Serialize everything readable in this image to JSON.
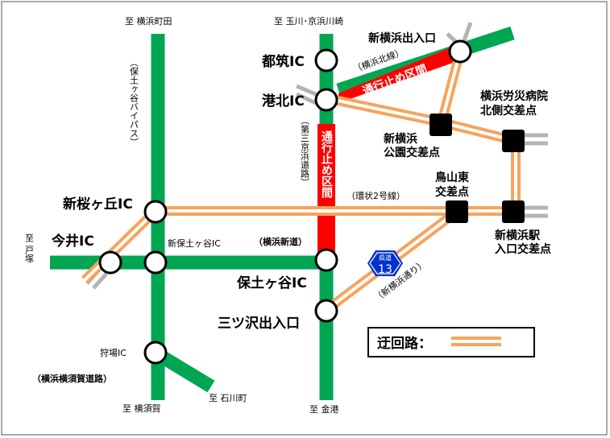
{
  "destinations": {
    "top_left": "至 横浜町田",
    "top_center": "至 玉川･京浜川崎",
    "left": "至 戸塚",
    "bottom_left": "至 横須賀",
    "bottom_mid": "至 石川町",
    "bottom_center": "至 金港"
  },
  "interchanges": {
    "tsuzuki": "都筑IC",
    "kohoku": "港北IC",
    "shin_sakuragaoka": "新桜ヶ丘IC",
    "imai": "今井IC",
    "shin_hodogaya": "新保土ヶ谷IC",
    "hodogaya": "保土ヶ谷IC",
    "mitsuzawa": "三ツ沢出入口",
    "kariba": "狩場IC",
    "shin_yokohama_exit": "新横浜出入口"
  },
  "junctions": {
    "shin_yokohama_koen_1": "新横浜",
    "shin_yokohama_koen_2": "公園交差点",
    "rosai_1": "横浜労災病院",
    "rosai_2": "北側交差点",
    "torihama_1": "鳥山東",
    "torihama_2": "交差点",
    "station_1": "新横浜駅",
    "station_2": "入口交差点"
  },
  "road_labels": {
    "hodogaya_bypass": "（保土ヶ谷バイパス）",
    "daisan_keihin": "（第三京浜道路）",
    "kanjo2": "（環状2号線）",
    "yokohama_shindo": "（横浜新道）",
    "yokohama_hokusen": "（横浜北線）",
    "shin_yokohama_dori": "（新横浜通り）",
    "yokohama_yokosuka": "（横浜横須賀道路）"
  },
  "closure": {
    "main": "通行止め区間",
    "hokusen": "通行止め区間"
  },
  "route_shield": {
    "top": "県道",
    "number": "13"
  },
  "legend": {
    "label": "迂回路："
  },
  "colors": {
    "expressway": "#00a651",
    "closure": "#ff0000",
    "detour": "#f7a35c",
    "shield": "#0033cc",
    "junction": "#000000"
  }
}
